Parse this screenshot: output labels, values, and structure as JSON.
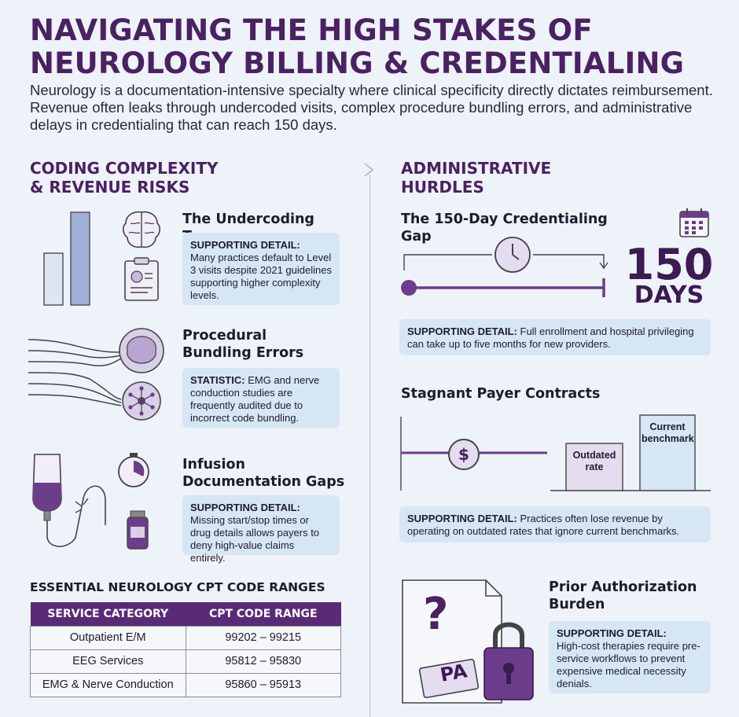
{
  "header": {
    "title_line1": "NAVIGATING THE HIGH STAKES OF",
    "title_line2": "NEUROLOGY BILLING & CREDENTIALING",
    "intro": "Neurology is a documentation-intensive specialty where clinical specificity directly dictates reimbursement. Revenue often leaks through undercoded visits, complex procedure bundling errors, and administrative delays in credentialing that can reach 150 days."
  },
  "left": {
    "heading_line1": "CODING COMPLEXITY",
    "heading_line2": "& REVENUE RISKS",
    "items": [
      {
        "title": "The Undercoding Trap",
        "label": "SUPPORTING DETAIL:",
        "text": "Many practices default to Level 3 visits despite 2021 guidelines supporting higher complexity levels."
      },
      {
        "title": "Procedural Bundling Errors",
        "label": "STATISTIC:",
        "text": "EMG and nerve conduction studies are frequently audited due to incorrect code bundling."
      },
      {
        "title": "Infusion Documentation Gaps",
        "label": "SUPPORTING DETAIL:",
        "text": "Missing start/stop times or drug details allows payers to deny high-value claims entirely."
      }
    ],
    "table": {
      "title": "ESSENTIAL NEUROLOGY CPT CODE RANGES",
      "headers": [
        "SERVICE CATEGORY",
        "CPT CODE RANGE"
      ],
      "rows": [
        [
          "Outpatient E/M",
          "99202 – 99215"
        ],
        [
          "EEG Services",
          "95812 – 95830"
        ],
        [
          "EMG & Nerve Conduction",
          "95860 – 95913"
        ]
      ]
    }
  },
  "right": {
    "heading_line1": "ADMINISTRATIVE",
    "heading_line2": "HURDLES",
    "credentialing": {
      "title": "The 150-Day Credentialing Gap",
      "days_number": "150",
      "days_label": "DAYS",
      "label": "SUPPORTING DETAIL:",
      "text": "Full enrollment and hospital privileging can take up to five months for new providers."
    },
    "contracts": {
      "title": "Stagnant Payer Contracts",
      "currency_symbol": "$",
      "bar_old_label": "Outdated rate",
      "bar_new_label": "Current benchmark",
      "label": "SUPPORTING DETAIL:",
      "text": "Practices often lose revenue by operating on outdated rates that ignore current benchmarks."
    },
    "prior_auth": {
      "title_line1": "Prior Authorization",
      "title_line2": "Burden",
      "question_mark": "?",
      "tag": "PA",
      "label": "SUPPORTING DETAIL:",
      "text": "High-cost therapies require pre-service workflows to prevent expensive medical necessity denials."
    }
  },
  "colors": {
    "purple": "#4a2161",
    "purple_mid": "#6c3d8a",
    "lavender": "#e4dcef",
    "detail_bg": "#d6e6f4",
    "bar_blue": "#9fb0d8"
  }
}
